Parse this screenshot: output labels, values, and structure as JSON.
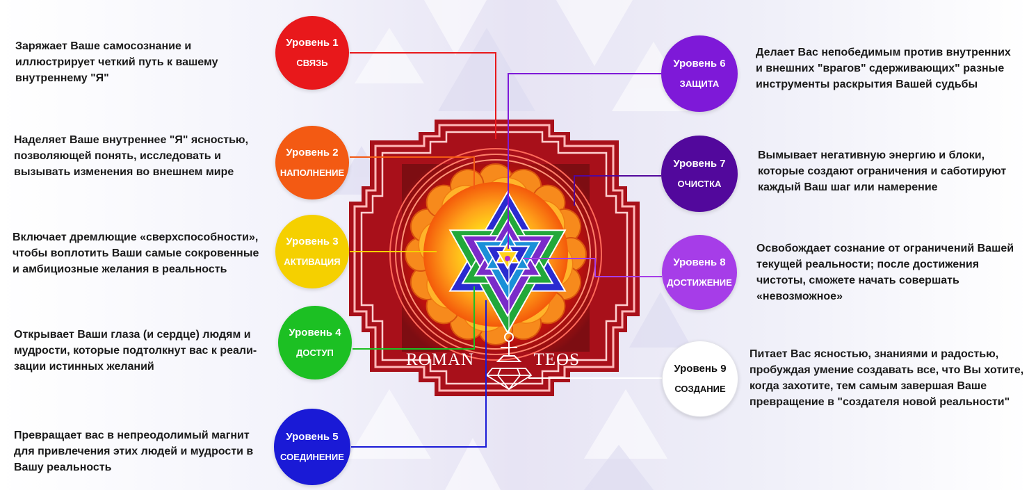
{
  "brand": {
    "left": "ROMAN",
    "right": "TEOS"
  },
  "levels": [
    {
      "title": "Уровень 1",
      "name": "СВЯЗЬ",
      "color": "#e8181b",
      "description": [
        "Заряжает Ваше самосознание и",
        "иллюстрирует четкий путь к вашему",
        "внутреннему \"Я\""
      ]
    },
    {
      "title": "Уровень 2",
      "name": "НАПОЛНЕНИЕ",
      "color": "#f35a13",
      "description": [
        "Наделяет Ваше внутреннее \"Я\" ясностью,",
        "позволяющей понять, исследовать и",
        "вызывать изменения во внешнем мире"
      ]
    },
    {
      "title": "Уровень 3",
      "name": "АКТИВАЦИЯ",
      "color": "#f5d000",
      "description": [
        "Включает дремлющие «сверхспособности»,",
        "чтобы воплотить Ваши самые сокровенные",
        "и амбициозные желания в реальность"
      ]
    },
    {
      "title": "Уровень 4",
      "name": "ДОСТУП",
      "color": "#1cc023",
      "description": [
        "Открывает Ваши глаза (и сердце) людям и",
        "мудрости, которые подтолкнут вас к реали-",
        "зации истинных желаний"
      ]
    },
    {
      "title": "Уровень 5",
      "name": "СОЕДИНЕНИЕ",
      "color": "#1a1ad6",
      "description": [
        "Превращает вас в непреодолимый магнит",
        "для привлечения этих людей и мудрости в",
        "Вашу реальность"
      ]
    },
    {
      "title": "Уровень 6",
      "name": "ЗАЩИТА",
      "color": "#7e19d8",
      "description": [
        "Делает Вас непобедимым против внутренних",
        "и внешних \"врагов\" сдерживающих\" разные",
        "инструменты раскрытия Вашей судьбы"
      ]
    },
    {
      "title": "Уровень 7",
      "name": "ОЧИСТКА",
      "color": "#52089c",
      "description": [
        "Вымывает негативную энергию и блоки,",
        "которые создают ограничения и саботируют",
        "каждый Ваш шаг или намерение"
      ]
    },
    {
      "title": "Уровень 8",
      "name": "ДОСТИЖЕНИЕ",
      "color": "#a63de8",
      "description": [
        "Освобождает сознание от ограничений Вашей",
        "текущей реальности; после достижения",
        "чистоты, сможете начать совершать",
        "«невозможное»"
      ]
    },
    {
      "title": "Уровень 9",
      "name": "СОЗДАНИЕ",
      "color": "#ffffff",
      "description": [
        "Питает Вас ясностью, знаниями и радостью,",
        "пробуждая умение создавать все, что Вы хотите,",
        "когда захотите, тем самым завершая Ваше",
        "превращение в \"создателя новой реальности\""
      ]
    }
  ]
}
